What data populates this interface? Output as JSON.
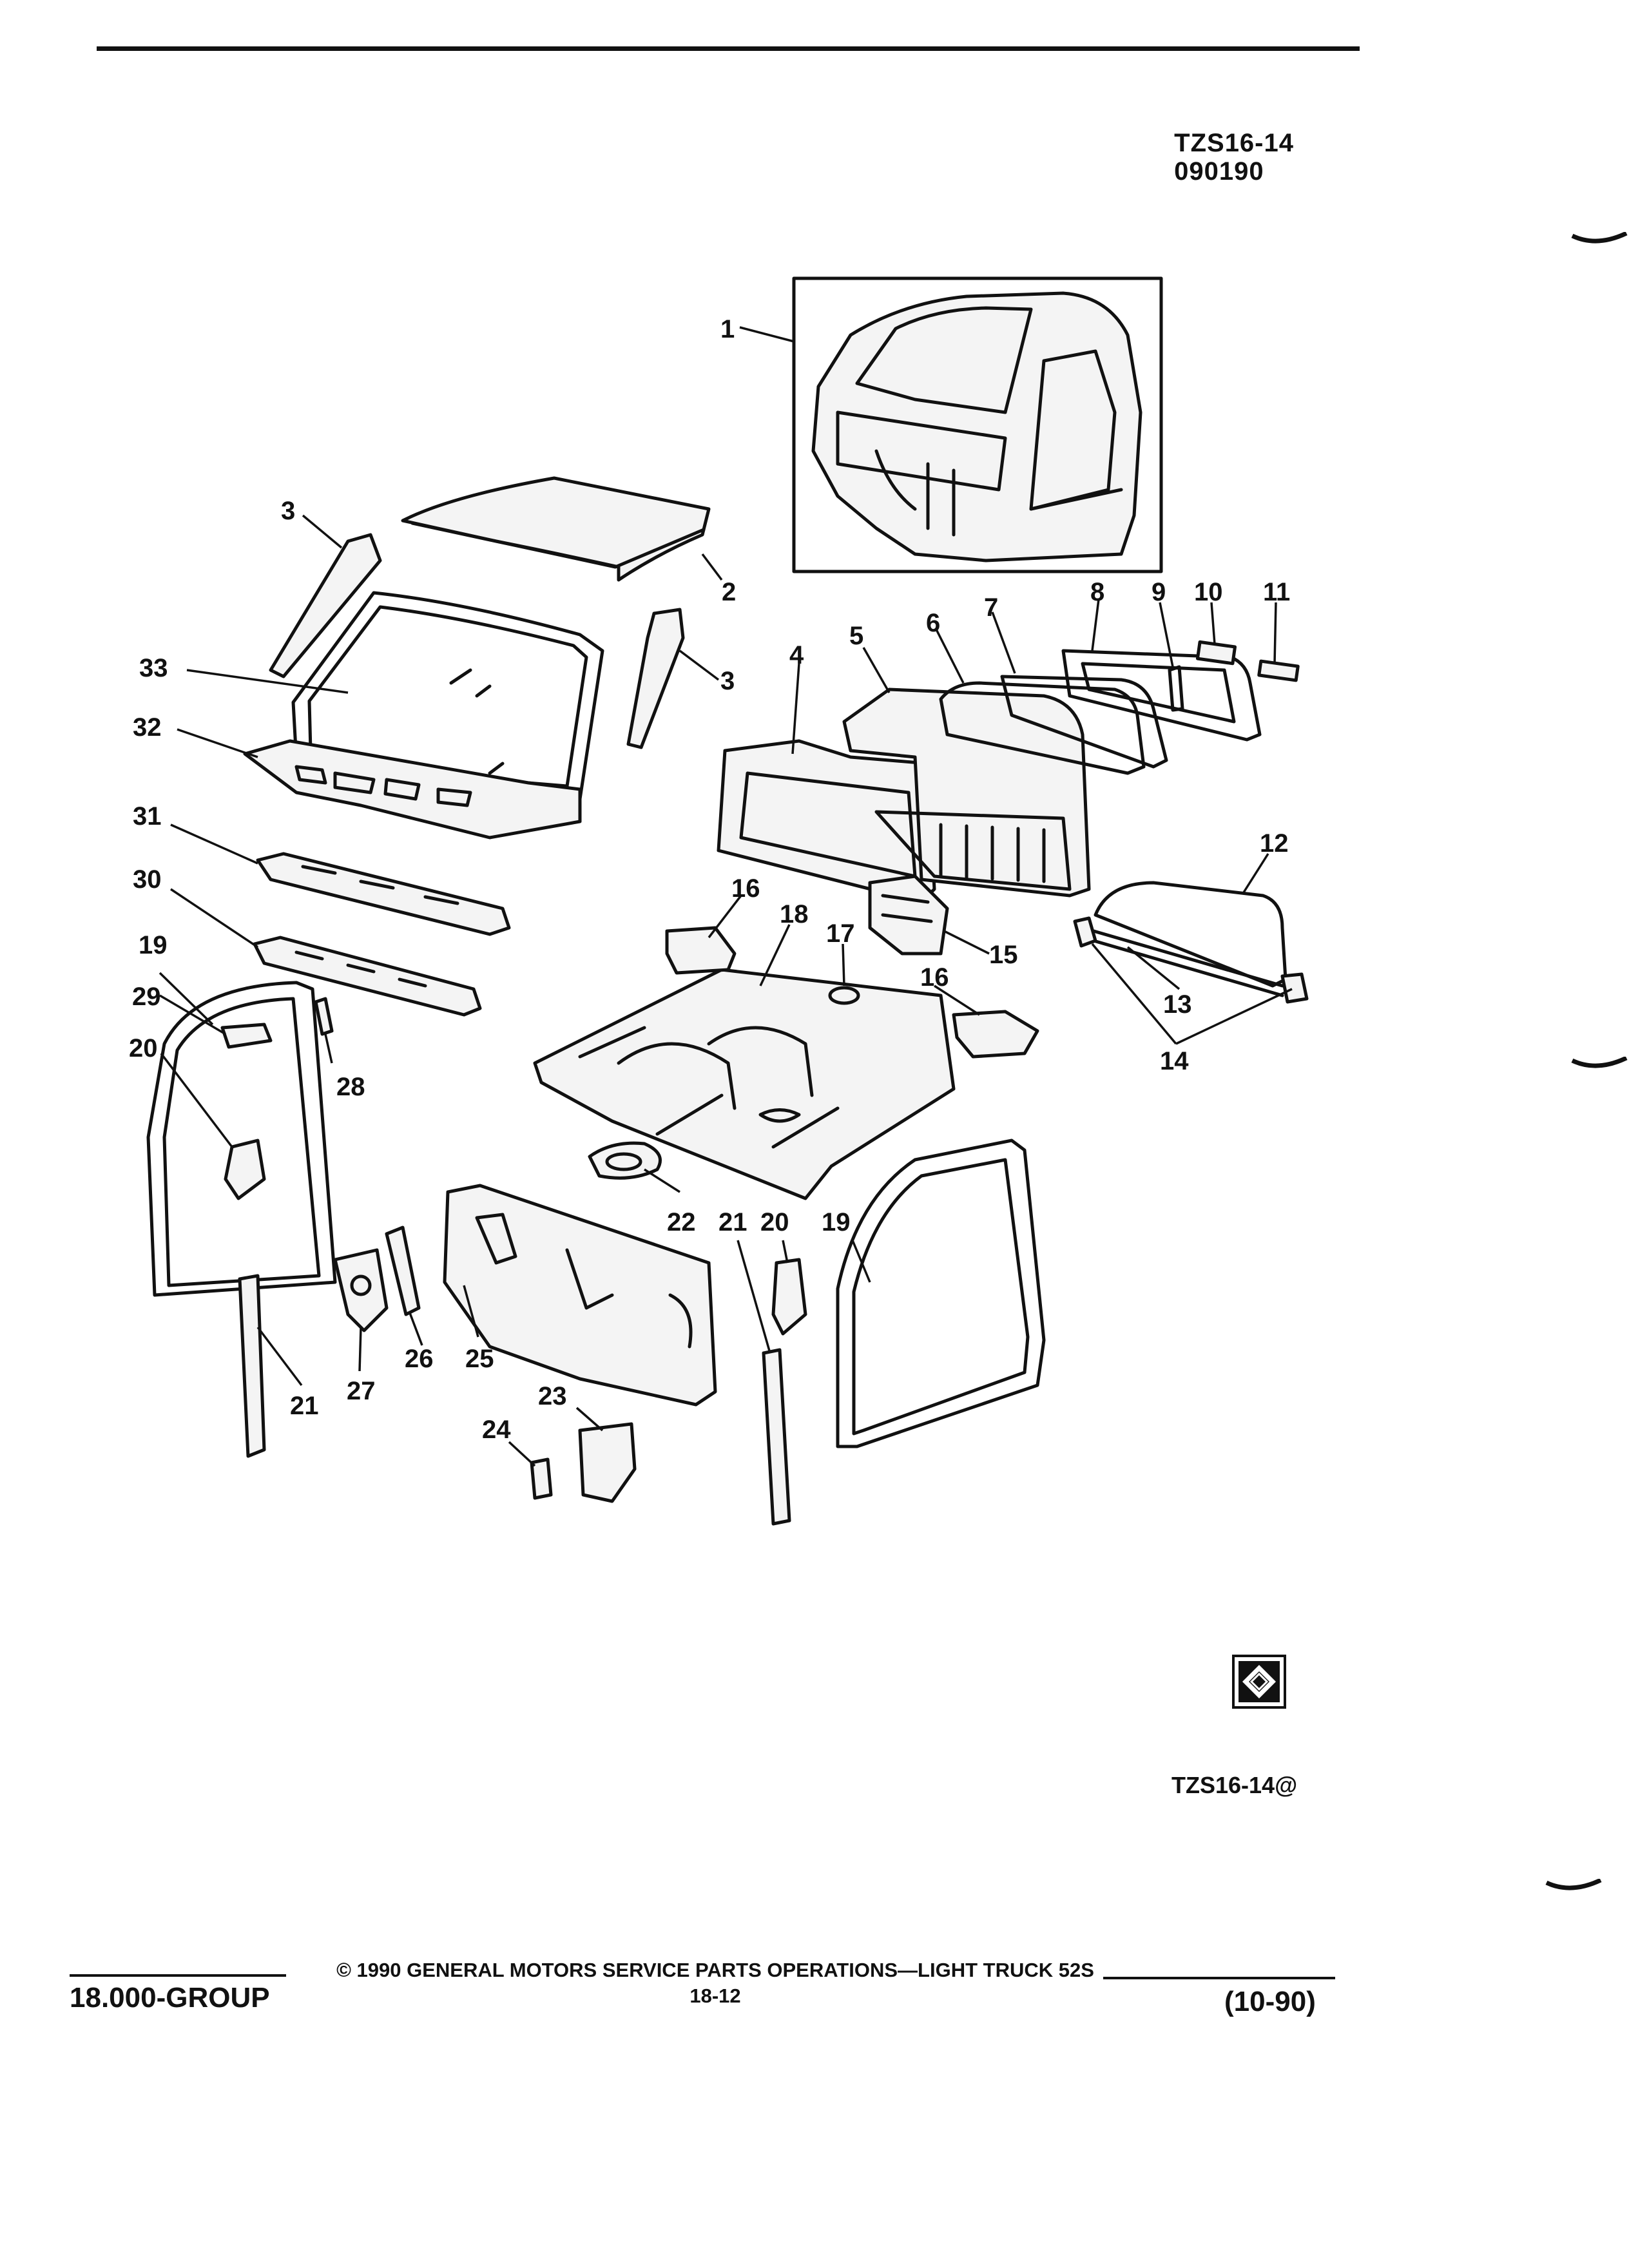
{
  "header": {
    "code_line_1": "TZS16-14",
    "code_line_2": "090190"
  },
  "diagram": {
    "callouts": [
      "1",
      "2",
      "3",
      "3",
      "4",
      "5",
      "6",
      "7",
      "8",
      "9",
      "10",
      "11",
      "12",
      "13",
      "14",
      "15",
      "16",
      "16",
      "17",
      "18",
      "19",
      "19",
      "20",
      "20",
      "21",
      "21",
      "22",
      "23",
      "24",
      "25",
      "26",
      "27",
      "28",
      "29",
      "30",
      "31",
      "32",
      "33"
    ]
  },
  "figure_id": "TZS16-14@",
  "footer": {
    "group": "18.000-GROUP",
    "copyright": "© 1990 GENERAL MOTORS SERVICE PARTS OPERATIONS—LIGHT TRUCK 52S",
    "page_number": "18-12",
    "revision": "(10-90)"
  },
  "colors": {
    "ink": "#111111",
    "paper": "#ffffff"
  },
  "icons": [
    "gm-parts-logo-icon"
  ]
}
